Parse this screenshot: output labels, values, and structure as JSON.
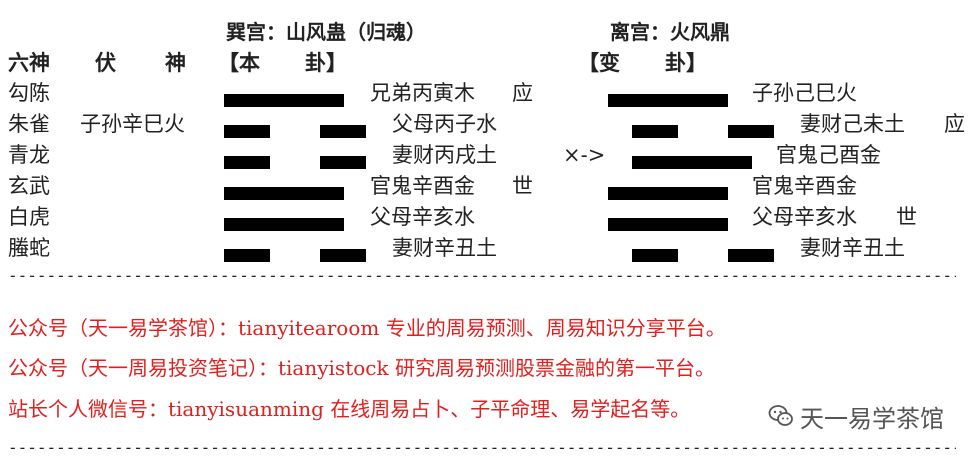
{
  "title": {
    "ben_gua": "巽宫：山风蛊（归魂）",
    "bian_gua": "离宫：火风鼎"
  },
  "header": {
    "liu_shen": "六神",
    "fu": "伏",
    "shen": "神",
    "ben_open": "【本",
    "ben_close": "卦】",
    "bian_open": "【变",
    "bian_close": "卦】"
  },
  "rows": [
    {
      "god": "勾陈",
      "fu_shen": "",
      "ben": {
        "yin": false,
        "text": "兄弟丙寅木",
        "mark": "应"
      },
      "change": "",
      "bian": {
        "yin": false,
        "text": "子孙己巳火",
        "mark": ""
      }
    },
    {
      "god": "朱雀",
      "fu_shen": "子孙辛巳火",
      "ben": {
        "yin": true,
        "text": "父母丙子水",
        "mark": ""
      },
      "change": "",
      "bian": {
        "yin": true,
        "text": "妻财己未土",
        "mark": "应"
      }
    },
    {
      "god": "青龙",
      "fu_shen": "",
      "ben": {
        "yin": true,
        "text": "妻财丙戌土",
        "mark": ""
      },
      "change": "×->",
      "bian": {
        "yin": false,
        "text": "官鬼己酉金",
        "mark": ""
      }
    },
    {
      "god": "玄武",
      "fu_shen": "",
      "ben": {
        "yin": false,
        "text": "官鬼辛酉金",
        "mark": "世"
      },
      "change": "",
      "bian": {
        "yin": false,
        "text": "官鬼辛酉金",
        "mark": ""
      }
    },
    {
      "god": "白虎",
      "fu_shen": "",
      "ben": {
        "yin": false,
        "text": "父母辛亥水",
        "mark": ""
      },
      "change": "",
      "bian": {
        "yin": false,
        "text": "父母辛亥水",
        "mark": "世"
      }
    },
    {
      "god": "螣蛇",
      "fu_shen": "",
      "ben": {
        "yin": true,
        "text": "妻财辛丑土",
        "mark": ""
      },
      "change": "",
      "bian": {
        "yin": true,
        "text": "妻财辛丑土",
        "mark": ""
      }
    }
  ],
  "separator": "------------------------------------------------------------------------------------------------------------------------",
  "promos": [
    "公众号（天一易学茶馆）：tianyitearoom 专业的周易预测、周易知识分享平台。",
    "公众号（天一周易投资笔记）：tianyistock 研究周易预测股票金融的第一平台。",
    "站长个人微信号：tianyisuanming 在线周易占卜、子平命理、易学起名等。"
  ],
  "watermark": "天一易学茶馆",
  "colors": {
    "text": "#222222",
    "promo": "#e0201e",
    "line": "#000000",
    "watermark": "#555555"
  },
  "icons": {
    "watermark": "wechat-icon"
  }
}
